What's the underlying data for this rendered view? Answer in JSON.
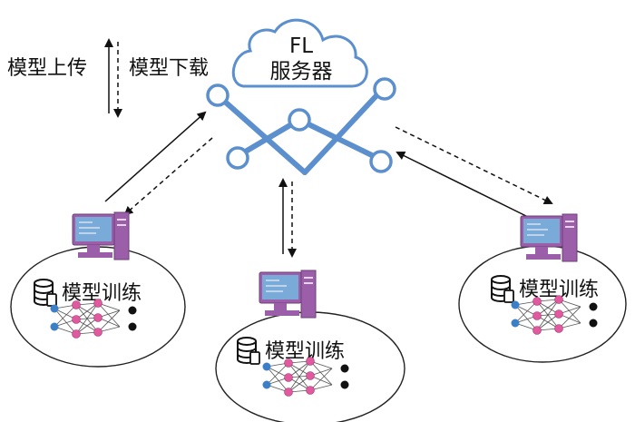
{
  "legend": {
    "upload_label": "模型上传",
    "download_label": "模型下载"
  },
  "server": {
    "line1": "FL",
    "line2": "服务器"
  },
  "clients": [
    {
      "label": "模型训练"
    },
    {
      "label": "模型训练"
    },
    {
      "label": "模型训练"
    }
  ],
  "colors": {
    "network": "#5b8fce",
    "cloud_stroke": "#5b8fce",
    "monitor_purple": "#9b5ea8",
    "screen_blue": "#7aaad8",
    "node_pink": "#e05aa0",
    "node_blue": "#3c7fc6",
    "node_black": "#111111"
  }
}
